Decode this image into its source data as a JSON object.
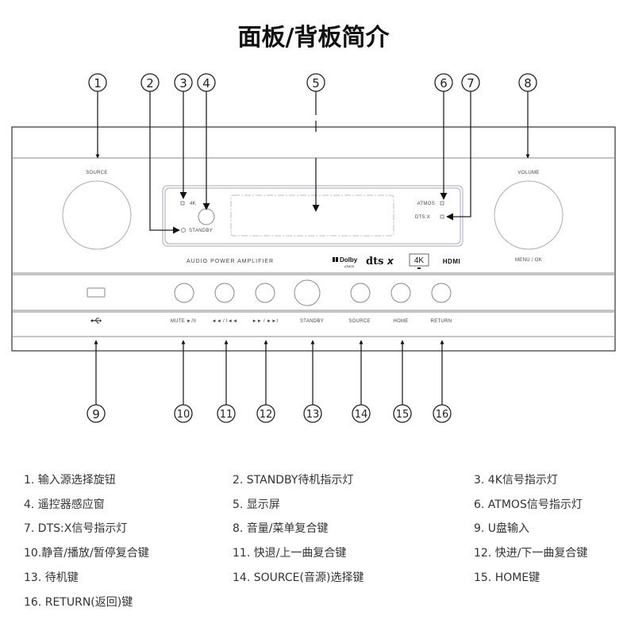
{
  "title": "面板/背板简介",
  "callouts": [
    "1",
    "2",
    "3",
    "4",
    "5",
    "6",
    "7",
    "8",
    "9",
    "10",
    "11",
    "12",
    "13",
    "14",
    "15",
    "16"
  ],
  "panel": {
    "source_label": "SOURCE",
    "volume_label": "VOLUME",
    "menu_label": "MENU / OK",
    "led_4k": "4K",
    "led_standby": "STANDBY",
    "led_atmos": "ATMOS",
    "led_dtsx": "DTS:X",
    "model_text": "AUDIO POWER AMPLIFIER",
    "logos": {
      "dolby": "Dolby",
      "dolby_sub": "ATMOS",
      "dts": "dts",
      "dts_x": "x",
      "uhd": "4K",
      "hdmi": "HDMI"
    },
    "buttons": [
      "MUTE ►/II",
      "◄◄ / I◄◄",
      "►► / ►►I",
      "STANDBY",
      "SOURCE",
      "HOME",
      "RETURN"
    ]
  },
  "legend": [
    "1. 输入源选择旋钮",
    "2. STANDBY待机指示灯",
    "3. 4K信号指示灯",
    "4. 遥控器感应窗",
    "5. 显示屏",
    "6. ATMOS信号指示灯",
    "7. DTS:X信号指示灯",
    "8. 音量/菜单复合键",
    "9. U盘输入",
    "10.静音/播放/暂停复合键",
    "11. 快退/上一曲复合键",
    "12. 快进/下一曲复合键",
    "13. 待机键",
    "14. SOURCE(音源)选择键",
    "15. HOME键",
    "16. RETURN(返回)键"
  ]
}
